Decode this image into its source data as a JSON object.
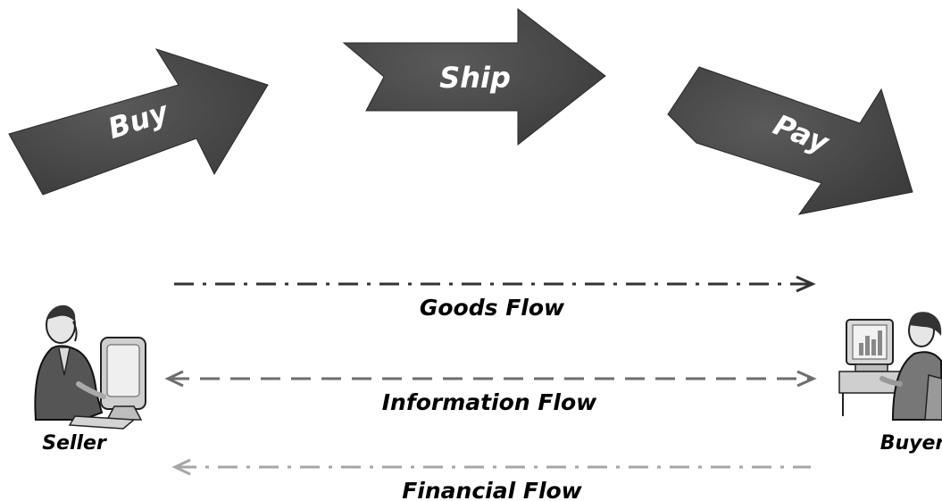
{
  "steps": {
    "buy": "Buy",
    "ship": "Ship",
    "pay": "Pay"
  },
  "flows": {
    "goods": "Goods Flow",
    "information": "Information Flow",
    "financial": "Financial Flow"
  },
  "parties": {
    "seller": "Seller",
    "buyer": "Buyer"
  },
  "colors": {
    "arrow_fill": "#4a4a4a",
    "goods_line": "#333333",
    "information_line": "#6e6e6e",
    "financial_line": "#a6a6a6"
  }
}
